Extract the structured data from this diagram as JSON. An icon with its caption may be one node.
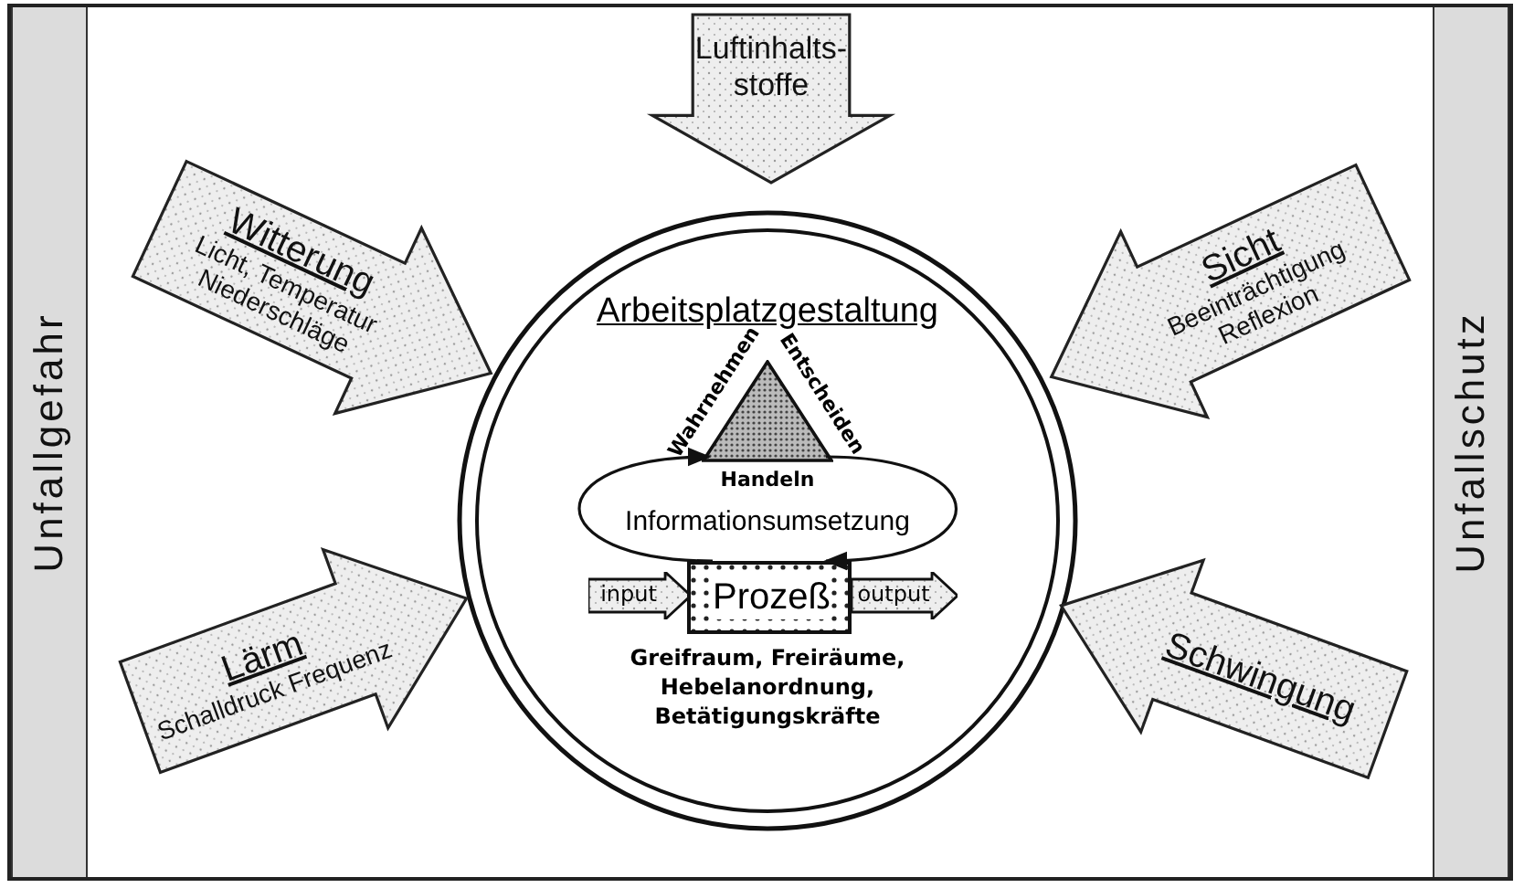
{
  "diagram": {
    "nodes": [
      {
        "text": [
          "Unfallgefahr"
        ]
      },
      {
        "text": [
          "Luftinhalts- stoffe"
        ]
      },
      {
        "text": [
          "Witterung",
          "Licht, Temperatur Niederschläge"
        ]
      },
      {
        "text": [
          "Sicht",
          "Beeinträchtigung Reflexion"
        ]
      },
      {
        "text": [
          "Arbeitsplatzgestaltung",
          "Greifraum, Freiräume, Hebelanordnung, Betätigungskräfte"
        ]
      },
      {
        "text": [],
        "shape": "triangle",
        "in": 4,
        "beside": [
          "Wahrnehmen",
          "Entscheiden",
          "Handeln"
        ]
      },
      {
        "text": [
          "input"
        ],
        "in": 4
      },
      {
        "text": [
          "Prozeß"
        ],
        "in": 4
      },
      {
        "text": [
          "output"
        ],
        "in": 4
      },
      {
        "text": [
          "Lärm",
          "Schalldruck Frequenz"
        ]
      },
      {
        "text": [
          "Schwingung"
        ]
      },
      {
        "text": [
          "Unfallschutz"
        ]
      }
    ],
    "edges": [
      {
        "from": 5,
        "to": 7,
        "arrow": "to"
      },
      {
        "from": 7,
        "to": 5,
        "arrow": "to"
      }
    ],
    "labels": [
      "Informationsumsetzung"
    ]
  }
}
